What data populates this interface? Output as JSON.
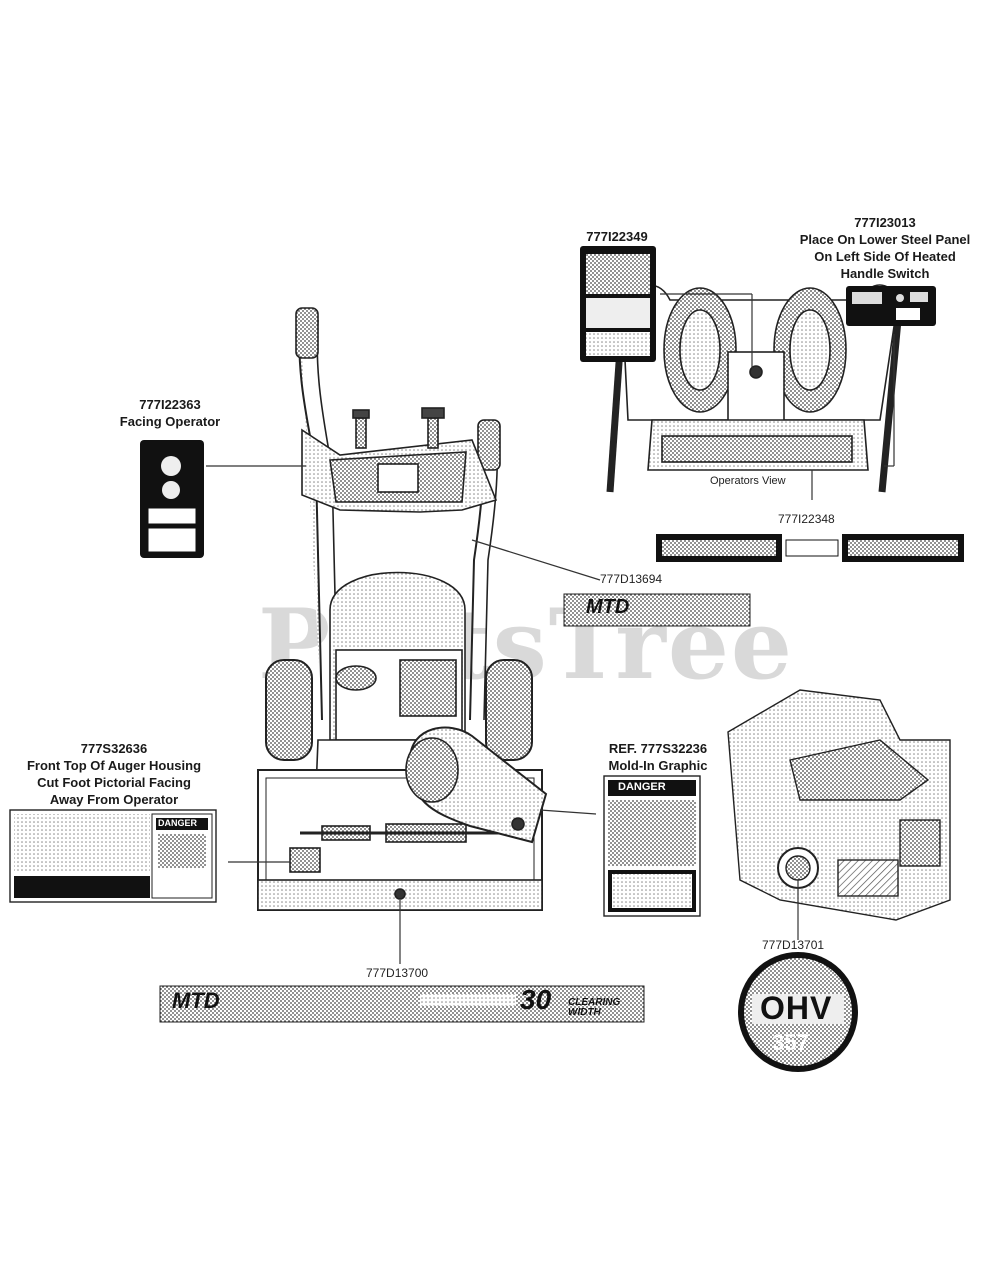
{
  "watermark": "PartsTree",
  "callouts": {
    "facing_operator": {
      "part": "777I22363",
      "note": "Facing Operator"
    },
    "top_decal": {
      "part": "777I22349"
    },
    "heated_switch": {
      "part": "777I23013",
      "note_lines": [
        "Place On Lower Steel Panel",
        "On Left Side Of Heated",
        "Handle Switch"
      ]
    },
    "operators_view": {
      "label": "Operators View"
    },
    "panel_decal": {
      "part": "777I22348"
    },
    "mtd_cover": {
      "part": "777D13694"
    },
    "auger_housing": {
      "part": "777S32636",
      "note_lines": [
        "Front Top Of Auger Housing",
        "Cut Foot Pictorial Facing",
        "Away From Operator"
      ]
    },
    "mold_in": {
      "part": "REF. 777S32236",
      "note": "Mold-In Graphic"
    },
    "bottom_decal": {
      "part": "777D13700"
    },
    "engine_decal": {
      "part": "777D13701"
    }
  },
  "decals": {
    "brand": "MTD",
    "danger": "DANGER",
    "ohv": "OHV",
    "displacement": "357",
    "clearing_width": "30",
    "clearing_label": "CLEARING WIDTH"
  }
}
